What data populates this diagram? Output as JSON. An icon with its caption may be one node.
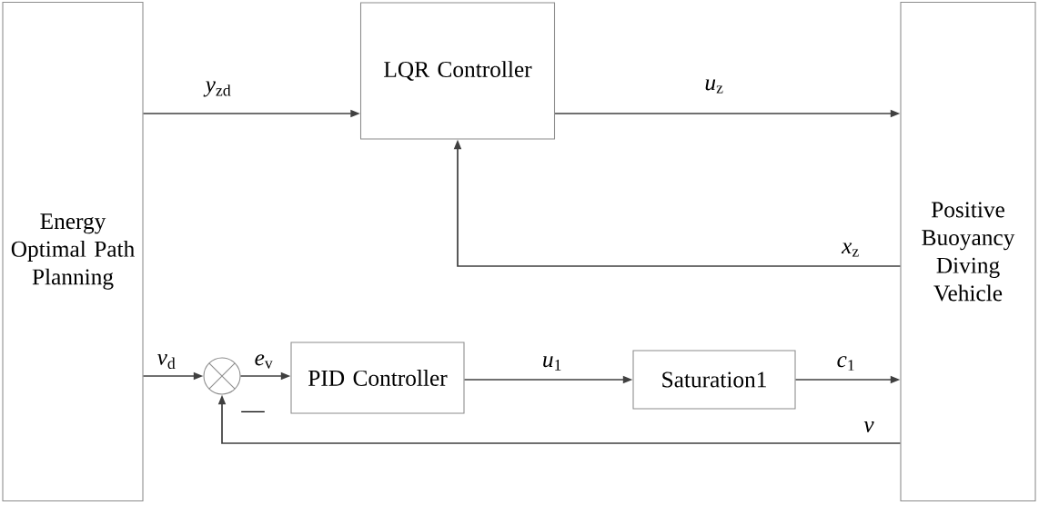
{
  "diagram": {
    "nodes": [
      {
        "text": [
          "Energy Optimal Path Planning"
        ]
      },
      {
        "text": [
          "LQR Controller"
        ]
      },
      {
        "text": [
          "Positive Buoyancy Diving Vehicle"
        ]
      },
      {
        "text": [],
        "shape": "circle"
      },
      {
        "text": [
          "PID Controller"
        ]
      },
      {
        "text": [
          "Saturation1"
        ]
      }
    ],
    "edges": [
      {
        "from": 0,
        "to": 1,
        "arrow": "to",
        "label": "*y*$_{zd}$"
      },
      {
        "from": 1,
        "to": 2,
        "arrow": "to",
        "label": "*u*$_{z}$"
      },
      {
        "from": 2,
        "to": 1,
        "arrow": "to",
        "label": "*x*$_{z}$"
      },
      {
        "from": 0,
        "to": 3,
        "arrow": "to",
        "label": "*v*$_{d}$"
      },
      {
        "from": 3,
        "to": 4,
        "arrow": "to",
        "label": "*e*$_{v}$"
      },
      {
        "from": 4,
        "to": 5,
        "arrow": "to",
        "label": "*u*$_{1}$"
      },
      {
        "from": 5,
        "to": 2,
        "arrow": "to",
        "label": "*c*$_{1}$"
      },
      {
        "from": 2,
        "to": 3,
        "arrow": "to",
        "label": "*v*"
      }
    ],
    "labels": [
      "—"
    ]
  }
}
